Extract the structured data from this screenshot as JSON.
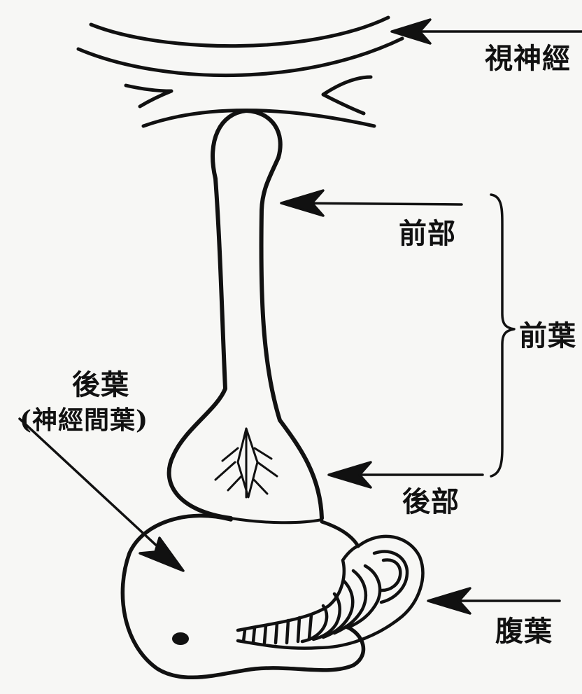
{
  "labels": {
    "optic_nerve": "視神經",
    "anterior_part": "前部",
    "anterior_lobe": "前葉",
    "posterior_part": "後部",
    "posterior_lobe": "後葉",
    "posterior_lobe_alt": "(神經間葉)",
    "ventral_lobe": "腹葉"
  },
  "colors": {
    "ink": "#111111",
    "paper": "#f7f7f5"
  }
}
